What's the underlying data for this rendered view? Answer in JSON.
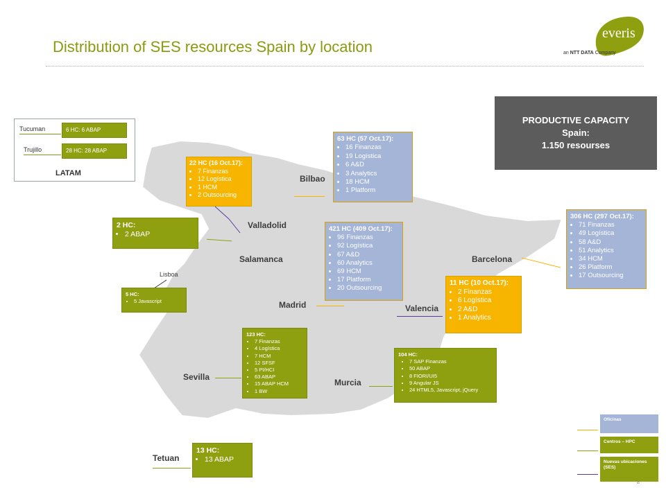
{
  "title": "Distribution of SES resources Spain by location",
  "brand": {
    "logo_text": "everis",
    "tagline_prefix": "an ",
    "tagline_company": "NTT DATA",
    "tagline_suffix": " Company"
  },
  "capacity": {
    "line1": "PRODUCTIVE CAPACITY",
    "line2": "Spain:",
    "line3": "1.150 resourses"
  },
  "latam": {
    "title": "LATAM",
    "rows": [
      {
        "city": "Tucuman",
        "box": "6 HC: 6 ABAP"
      },
      {
        "city": "Trujillo",
        "box": "28 HC: 28 ABAP"
      }
    ]
  },
  "cities": {
    "bilbao": "Bilbao",
    "valladolid": "Valladolid",
    "salamanca": "Salamanca",
    "barcelona": "Barcelona",
    "lisboa": "Lisboa",
    "madrid": "Madrid",
    "valencia": "Valencia",
    "sevilla": "Sevilla",
    "murcia": "Murcia",
    "tetuan": "Tetuan"
  },
  "boxes": {
    "valladolid_orange": {
      "head": "22 HC (16 Oct.17):",
      "items": [
        "7 Finanzas",
        "12 Logística",
        "1 HCM",
        "2 Outsourcing"
      ]
    },
    "bilbao_blue": {
      "head": "63 HC (57 Oct.17):",
      "items": [
        "16 Finanzas",
        "19 Logística",
        "6 A&D",
        "3 Analytics",
        "18 HCM",
        "1 Platform"
      ]
    },
    "salamanca_green": {
      "head": "2 HC:",
      "items": [
        "2 ABAP"
      ]
    },
    "madrid_blue": {
      "head": "421 HC (409 Oct.17):",
      "items": [
        "96 Finanzas",
        "92 Logística",
        "67 A&D",
        "60 Analytics",
        "69 HCM",
        "17 Platform",
        "20 Outsourcing"
      ]
    },
    "barcelona_blue": {
      "head": "306 HC (297 Oct.17):",
      "items": [
        "71 Finanzas",
        "49 Logística",
        "58 A&D",
        "51 Analytics",
        "34 HCM",
        "26 Platform",
        "17 Outsourcing"
      ]
    },
    "lisboa_green": {
      "head": "5 HC:",
      "items": [
        "5 Javascript"
      ]
    },
    "valencia_orange": {
      "head": "11 HC (10 Oct.17):",
      "items": [
        "2 Finanzas",
        "6 Logística",
        "2 A&D",
        "1 Analytics"
      ]
    },
    "sevilla_green": {
      "head": "123 HC:",
      "items": [
        "7 Finanzas",
        "4 Logística",
        "7 HCM",
        "12 SFSF",
        "5 PI/HCI",
        "63 ABAP",
        "15 ABAP HCM",
        "1 BW"
      ]
    },
    "murcia_green": {
      "head": "104 HC:",
      "items": [
        "7 SAP Finanzas",
        "50 ABAP",
        "8 FIORI/UI5",
        "9 Angular JS",
        "24 HTML5, Javascript, jQuery"
      ]
    },
    "tetuan_green": {
      "head": "13 HC:",
      "items": [
        "13 ABAP"
      ]
    }
  },
  "legend": {
    "items": [
      {
        "label": "Oficinas",
        "color": "#a4b5d8"
      },
      {
        "label": "Centros – HPC",
        "color": "#8ea00f"
      },
      {
        "label": "Nuevas ubicaciones (SES)",
        "color": "#8ea00f"
      }
    ]
  },
  "page_number": "8",
  "colors": {
    "green": "#8ea00f",
    "orange": "#f7b500",
    "blue": "#a4b5d8",
    "map": "#d9d9d9",
    "title": "#8a9b0f",
    "capacity_bg": "#5c5c5c"
  }
}
